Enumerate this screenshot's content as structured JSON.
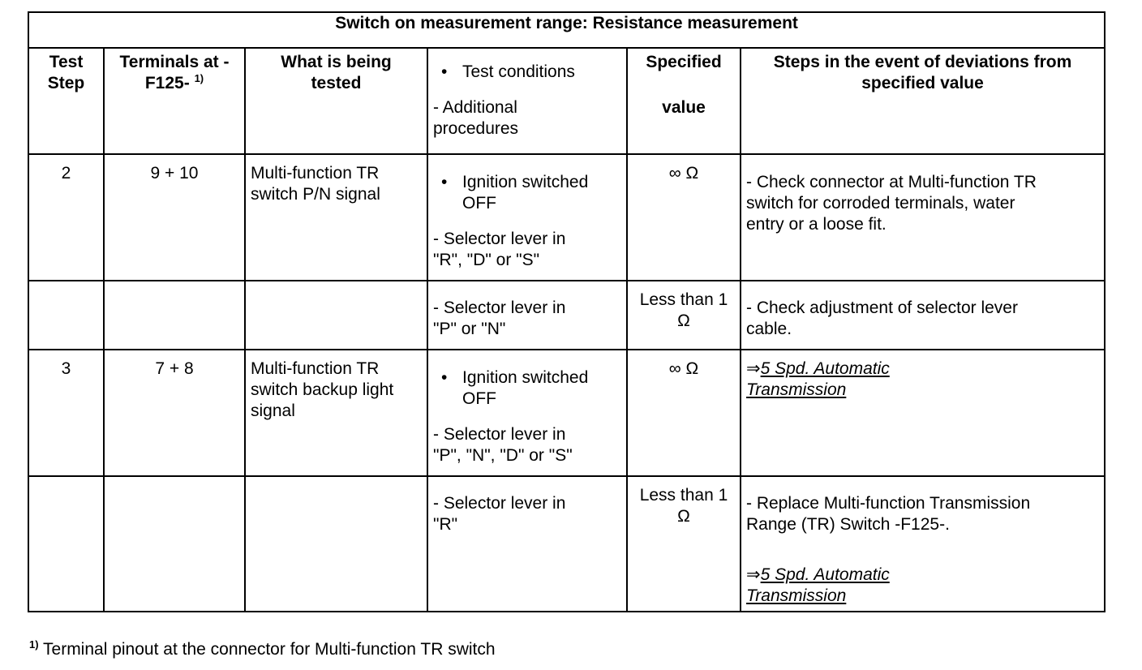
{
  "table": {
    "title": "Switch on measurement range: Resistance measurement",
    "headers": {
      "test_step_1": "Test",
      "test_step_2": "Step",
      "terminals_1": "Terminals at -",
      "terminals_2": "F125-",
      "terminals_sup": "1)",
      "tested_1": "What is being",
      "tested_2": "tested",
      "conditions_bullet": "Test conditions",
      "conditions_extra_1": "- Additional",
      "conditions_extra_2": "procedures",
      "specified_1": "Specified",
      "specified_2": "value",
      "steps_1": "Steps in the event of deviations from",
      "steps_2": "specified value"
    },
    "rows": [
      {
        "step": "2",
        "terminals": "9 + 10",
        "tested_1": "Multi-function TR",
        "tested_2": "switch P/N signal",
        "bullet_1": "Ignition switched",
        "bullet_2": "OFF",
        "proc_1": "- Selector lever in",
        "proc_2": "\"R\", \"D\" or \"S\"",
        "value": "∞ Ω",
        "action_1": "- Check connector at Multi-function TR",
        "action_2": "switch for corroded terminals, water",
        "action_3": "entry or a loose fit."
      },
      {
        "proc_1": "- Selector lever in",
        "proc_2": "\"P\" or \"N\"",
        "value_1": "Less than 1",
        "value_2": "Ω",
        "action_1": "- Check adjustment of selector lever",
        "action_2": "cable."
      },
      {
        "step": "3",
        "terminals": "7 + 8",
        "tested_1": "Multi-function TR",
        "tested_2": "switch backup light",
        "tested_3": "signal",
        "bullet_1": "Ignition switched",
        "bullet_2": "OFF",
        "proc_1": "- Selector lever in",
        "proc_2": "\"P\", \"N\", \"D\" or \"S\"",
        "value": "∞ Ω",
        "link_arrow": "⇒",
        "link_1": "5 Spd. Automatic",
        "link_2": "Transmission"
      },
      {
        "proc_1": "- Selector lever in",
        "proc_2": "\"R\"",
        "value_1": "Less than 1",
        "value_2": "Ω",
        "action_1": "- Replace Multi-function Transmission",
        "action_2": "Range (TR) Switch -F125-.",
        "link_arrow": "⇒",
        "link_1": "5 Spd. Automatic",
        "link_2": "Transmission"
      }
    ]
  },
  "footnote": {
    "marker": "1)",
    "text": " Terminal pinout at the connector for Multi-function TR switch"
  }
}
